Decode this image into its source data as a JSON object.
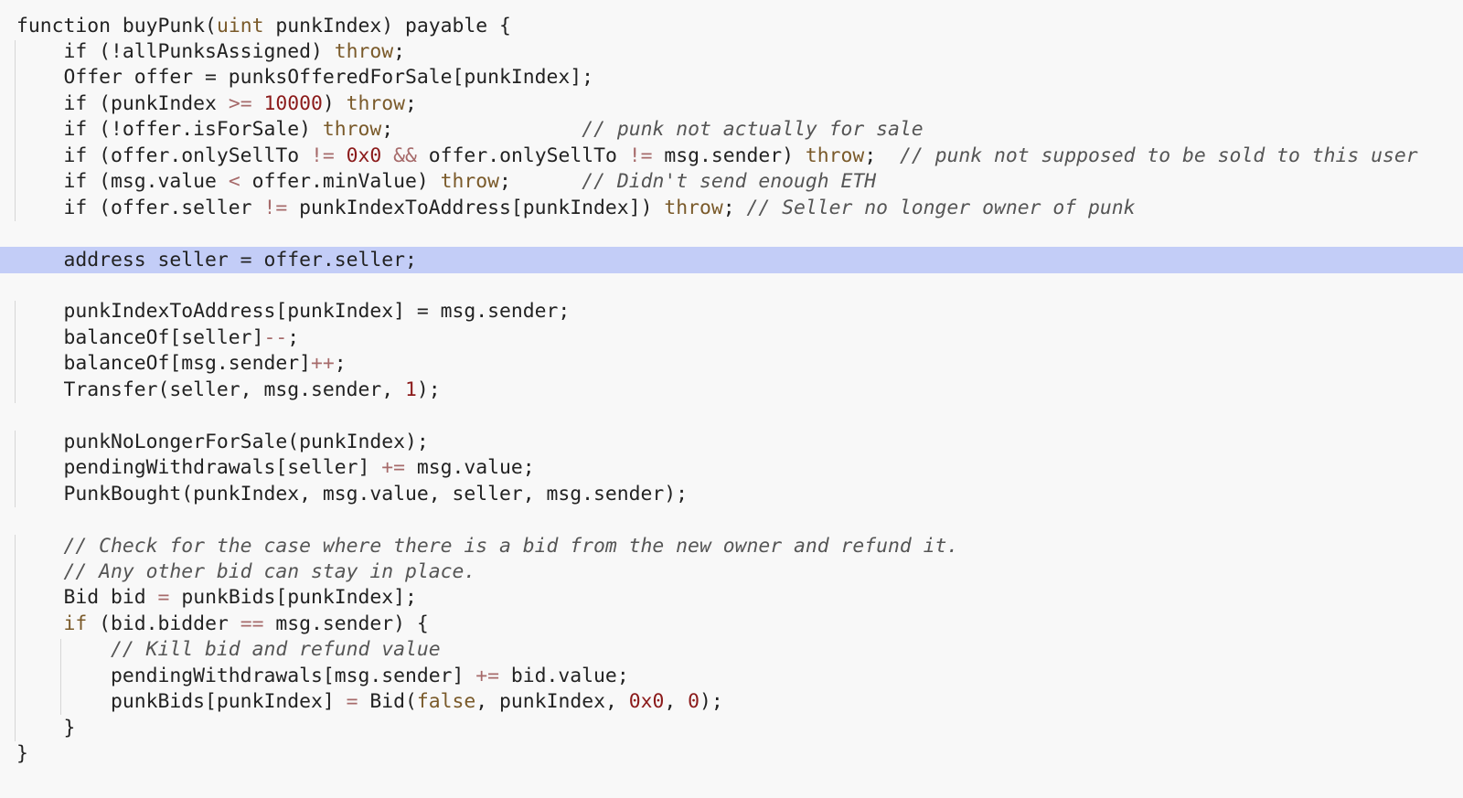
{
  "colors": {
    "background": "#f8f8f8",
    "highlight": "#c3cdf7",
    "plain": "#222222",
    "keyword": "#7a5a2a",
    "number": "#8b1a1a",
    "operator": "#a66a6a",
    "comment": "#555555",
    "guide": "#d6d6d6"
  },
  "highlighted_line": 9,
  "lines": [
    {
      "tokens": [
        {
          "t": "function buyPunk("
        },
        {
          "t": "uint",
          "k": "kw"
        },
        {
          "t": " punkIndex) payable {"
        }
      ]
    },
    {
      "tokens": [
        {
          "t": "    if (!allPunksAssigned) "
        },
        {
          "t": "throw",
          "k": "kw"
        },
        {
          "t": ";"
        }
      ]
    },
    {
      "tokens": [
        {
          "t": "    Offer offer = punksOfferedForSale[punkIndex];"
        }
      ]
    },
    {
      "tokens": [
        {
          "t": "    if (punkIndex "
        },
        {
          "t": ">=",
          "k": "op"
        },
        {
          "t": " "
        },
        {
          "t": "10000",
          "k": "num"
        },
        {
          "t": ") "
        },
        {
          "t": "throw",
          "k": "kw"
        },
        {
          "t": ";"
        }
      ]
    },
    {
      "tokens": [
        {
          "t": "    if (!offer.isForSale) "
        },
        {
          "t": "throw",
          "k": "kw"
        },
        {
          "t": ";                "
        },
        {
          "t": "// punk not actually for sale",
          "k": "cm"
        }
      ]
    },
    {
      "tokens": [
        {
          "t": "    if (offer.onlySellTo "
        },
        {
          "t": "!=",
          "k": "op"
        },
        {
          "t": " "
        },
        {
          "t": "0x0",
          "k": "num"
        },
        {
          "t": " "
        },
        {
          "t": "&&",
          "k": "op"
        },
        {
          "t": " offer.onlySellTo "
        },
        {
          "t": "!=",
          "k": "op"
        },
        {
          "t": " msg.sender) "
        },
        {
          "t": "throw",
          "k": "kw"
        },
        {
          "t": ";  "
        },
        {
          "t": "// punk not supposed to be sold to this user",
          "k": "cm"
        }
      ]
    },
    {
      "tokens": [
        {
          "t": "    if (msg.value "
        },
        {
          "t": "<",
          "k": "op"
        },
        {
          "t": " offer.minValue) "
        },
        {
          "t": "throw",
          "k": "kw"
        },
        {
          "t": ";      "
        },
        {
          "t": "// Didn't send enough ETH",
          "k": "cm"
        }
      ]
    },
    {
      "tokens": [
        {
          "t": "    if (offer.seller "
        },
        {
          "t": "!=",
          "k": "op"
        },
        {
          "t": " punkIndexToAddress[punkIndex]) "
        },
        {
          "t": "throw",
          "k": "kw"
        },
        {
          "t": "; "
        },
        {
          "t": "// Seller no longer owner of punk",
          "k": "cm"
        }
      ]
    },
    {
      "tokens": []
    },
    {
      "tokens": [
        {
          "t": "    address seller = offer.seller;"
        }
      ]
    },
    {
      "tokens": []
    },
    {
      "tokens": [
        {
          "t": "    punkIndexToAddress[punkIndex] = msg.sender;"
        }
      ]
    },
    {
      "tokens": [
        {
          "t": "    balanceOf[seller]"
        },
        {
          "t": "--",
          "k": "op"
        },
        {
          "t": ";"
        }
      ]
    },
    {
      "tokens": [
        {
          "t": "    balanceOf[msg.sender]"
        },
        {
          "t": "++",
          "k": "op"
        },
        {
          "t": ";"
        }
      ]
    },
    {
      "tokens": [
        {
          "t": "    Transfer(seller, msg.sender, "
        },
        {
          "t": "1",
          "k": "num"
        },
        {
          "t": ");"
        }
      ]
    },
    {
      "tokens": []
    },
    {
      "tokens": [
        {
          "t": "    punkNoLongerForSale(punkIndex);"
        }
      ]
    },
    {
      "tokens": [
        {
          "t": "    pendingWithdrawals[seller] "
        },
        {
          "t": "+=",
          "k": "op"
        },
        {
          "t": " msg.value;"
        }
      ]
    },
    {
      "tokens": [
        {
          "t": "    PunkBought(punkIndex, msg.value, seller, msg.sender);"
        }
      ]
    },
    {
      "tokens": []
    },
    {
      "tokens": [
        {
          "t": "    // Check for the case where there is a bid from the new owner and refund it.",
          "k": "cm"
        }
      ]
    },
    {
      "tokens": [
        {
          "t": "    // Any other bid can stay in place.",
          "k": "cm"
        }
      ]
    },
    {
      "tokens": [
        {
          "t": "    Bid bid "
        },
        {
          "t": "=",
          "k": "op"
        },
        {
          "t": " punkBids[punkIndex];"
        }
      ]
    },
    {
      "tokens": [
        {
          "t": "    "
        },
        {
          "t": "if",
          "k": "kw"
        },
        {
          "t": " (bid.bidder "
        },
        {
          "t": "==",
          "k": "op"
        },
        {
          "t": " msg.sender) {"
        }
      ]
    },
    {
      "tokens": [
        {
          "t": "        // Kill bid and refund value",
          "k": "cm"
        }
      ]
    },
    {
      "tokens": [
        {
          "t": "        pendingWithdrawals[msg.sender] "
        },
        {
          "t": "+=",
          "k": "op"
        },
        {
          "t": " bid.value;"
        }
      ]
    },
    {
      "tokens": [
        {
          "t": "        punkBids[punkIndex] "
        },
        {
          "t": "=",
          "k": "op"
        },
        {
          "t": " Bid("
        },
        {
          "t": "false",
          "k": "kw"
        },
        {
          "t": ", punkIndex, "
        },
        {
          "t": "0x0",
          "k": "num"
        },
        {
          "t": ", "
        },
        {
          "t": "0",
          "k": "num"
        },
        {
          "t": ");"
        }
      ]
    },
    {
      "tokens": [
        {
          "t": "    }"
        }
      ]
    },
    {
      "tokens": [
        {
          "t": "}"
        }
      ]
    }
  ]
}
